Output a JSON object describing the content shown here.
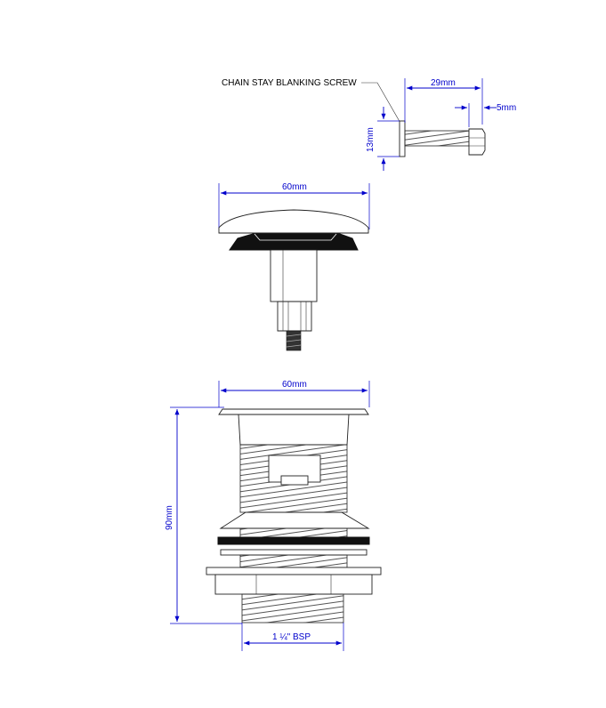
{
  "labels": {
    "chain_stay": "CHAIN STAY BLANKING SCREW"
  },
  "dimensions": {
    "screw_length": "29mm",
    "screw_head": "5mm",
    "screw_height": "13mm",
    "cap_width": "60mm",
    "body_width": "60mm",
    "overall_height": "90mm",
    "thread": "1 ¼\" BSP"
  },
  "colors": {
    "dimension": "#0000cc",
    "outline": "#222222"
  }
}
